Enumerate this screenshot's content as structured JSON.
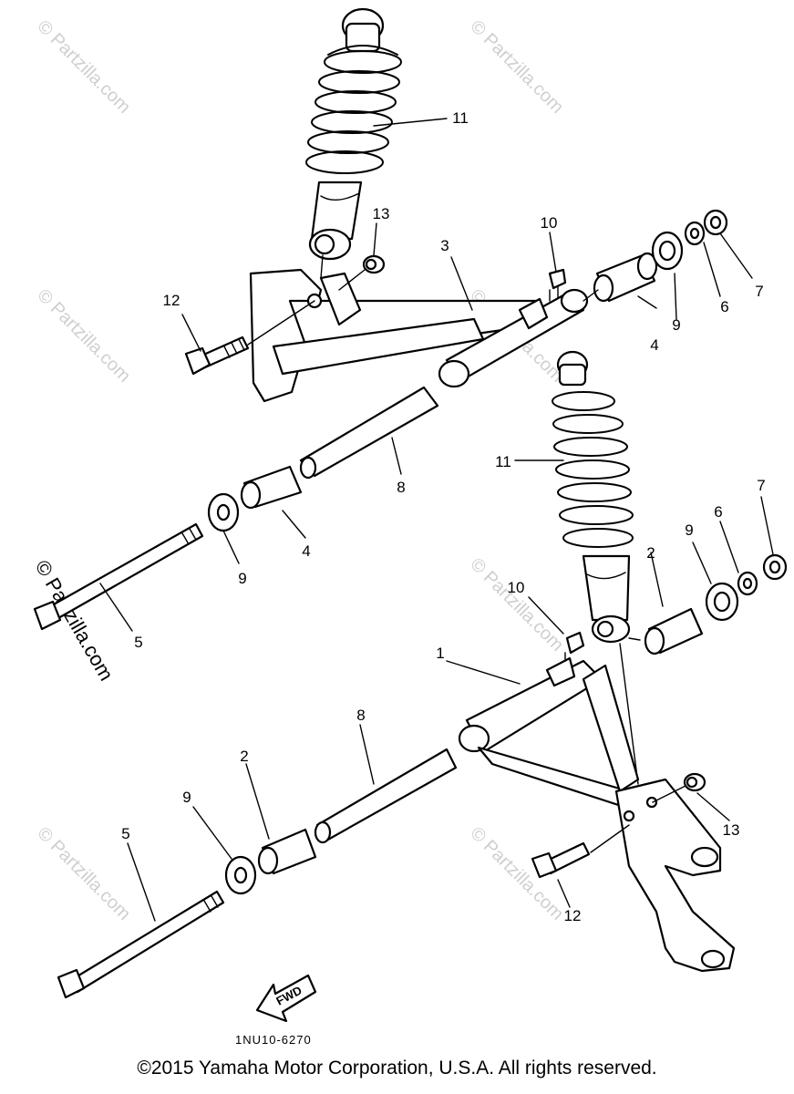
{
  "watermark": "© Partzilla.com",
  "callouts": {
    "c1": "1",
    "c2a": "2",
    "c2b": "2",
    "c3": "3",
    "c4a": "4",
    "c4b": "4",
    "c5a": "5",
    "c5b": "5",
    "c6a": "6",
    "c6b": "6",
    "c7a": "7",
    "c7b": "7",
    "c8a": "8",
    "c8b": "8",
    "c9a": "9",
    "c9b": "9",
    "c9c": "9",
    "c9d": "9",
    "c10a": "10",
    "c10b": "10",
    "c11a": "11",
    "c11b": "11",
    "c12a": "12",
    "c12b": "12",
    "c13a": "13",
    "c13b": "13"
  },
  "fwd_label": "FWD",
  "diagram_code": "1NU10-6270",
  "copyright": "©2015 Yamaha Motor Corporation, U.S.A. All rights reserved."
}
